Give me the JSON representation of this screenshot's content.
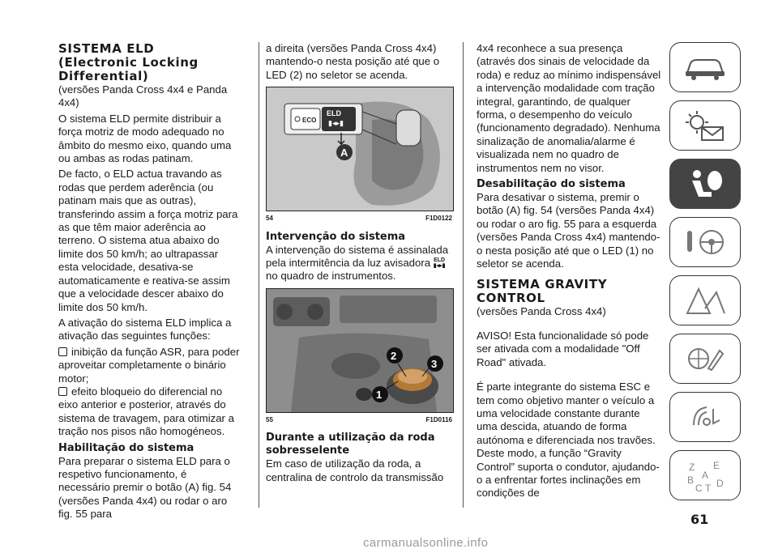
{
  "col1": {
    "title_l1": "SISTEMA ELD",
    "title_l2": "(Electronic Locking",
    "title_l3": "Differential)",
    "p1": "(versões Panda Cross 4x4 e Panda 4x4)",
    "p2": "O sistema ELD permite distribuir a força motriz de modo adequado no âmbito do mesmo eixo, quando uma ou ambas as rodas patinam.",
    "p3": "De facto, o ELD actua travando as rodas que perdem aderência (ou patinam mais que as outras), transferindo assim a força motriz para as que têm maior aderência ao terreno. O sistema atua abaixo do limite dos 50 km/h; ao ultrapassar esta velocidade, desativa-se automaticamente e reativa-se assim que a velocidade descer abaixo do limite dos 50 km/h.",
    "p4": "A ativação do sistema ELD implica a ativação das seguintes funções:",
    "b1": "inibição da função ASR, para poder aproveitar completamente o binário motor;",
    "b2": "efeito bloqueio do diferencial no eixo anterior e posterior, através do sistema de travagem, para otimizar a tração nos pisos não homogéneos.",
    "h_habil": "Habilitação do sistema",
    "p5": "Para preparar o sistema ELD para o respetivo funcionamento, é necessário premir o botão (A) fig. 54 (versões Panda 4x4) ou rodar o aro fig. 55 para"
  },
  "col2": {
    "p1": "a direita (versões Panda Cross 4x4) mantendo-o nesta posição até que o LED (2) no seletor se acenda.",
    "fig54": {
      "num": "54",
      "code": "F1D0122",
      "btn_eco": "ECO",
      "btn_eld": "ELD",
      "callout": "A"
    },
    "h_interv": "Intervenção do sistema",
    "p2a": "A intervenção do sistema é assinalada pela intermitência da luz avisadora",
    "p2b": "no quadro de instrumentos.",
    "tell_label": "ELD",
    "fig55": {
      "num": "55",
      "code": "F1D0116",
      "c1": "1",
      "c2": "2",
      "c3": "3"
    },
    "h_durante": "Durante a utilização da roda sobresselente",
    "p3": "Em caso de utilização da roda, a centralina de controlo da transmissão"
  },
  "col3": {
    "p1": "4x4 reconhece a sua presença (através dos sinais de velocidade da roda) e reduz ao mínimo indispensável a intervenção modalidade com tração integral, garantindo, de qualquer forma, o desempenho do veículo (funcionamento degradado). Nenhuma sinalização de anomalia/alarme é visualizada nem no quadro de instrumentos nem no visor.",
    "h_desab": "Desabilitação do sistema",
    "p2": "Para desativar o sistema, premir o botão (A) fig. 54 (versões Panda 4x4) ou rodar o aro fig. 55 para a esquerda (versões Panda Cross 4x4) mantendo-o nesta posição até que o LED (1) no seletor se acenda.",
    "title_l1": "SISTEMA GRAVITY",
    "title_l2": "CONTROL",
    "p3": "(versões Panda Cross 4x4)",
    "p4": "AVISO! Esta funcionalidade só pode ser ativada com a modalidade \"Off Road\" ativada.",
    "p5": "É parte integrante do sistema ESC e tem como objetivo manter o veículo a uma velocidade constante durante uma descida, atuando de forma autónoma e diferenciada nos travões. Deste modo, a função “Gravity Control” suporta o condutor, ajudando-o a enfrentar fortes inclinações em condições de"
  },
  "sidebar": {
    "tabs": [
      "car-icon",
      "warning-lights-icon",
      "seat-airbag-icon",
      "steering-key-icon",
      "road-warning-icon",
      "wrench-icon",
      "multimedia-icon",
      "index-icon"
    ],
    "active_index": 2,
    "index_letters": [
      "Z",
      "E",
      "B",
      "A",
      "C",
      "D",
      "T"
    ]
  },
  "page_number": "61",
  "watermark": "carmanualsonline.info"
}
